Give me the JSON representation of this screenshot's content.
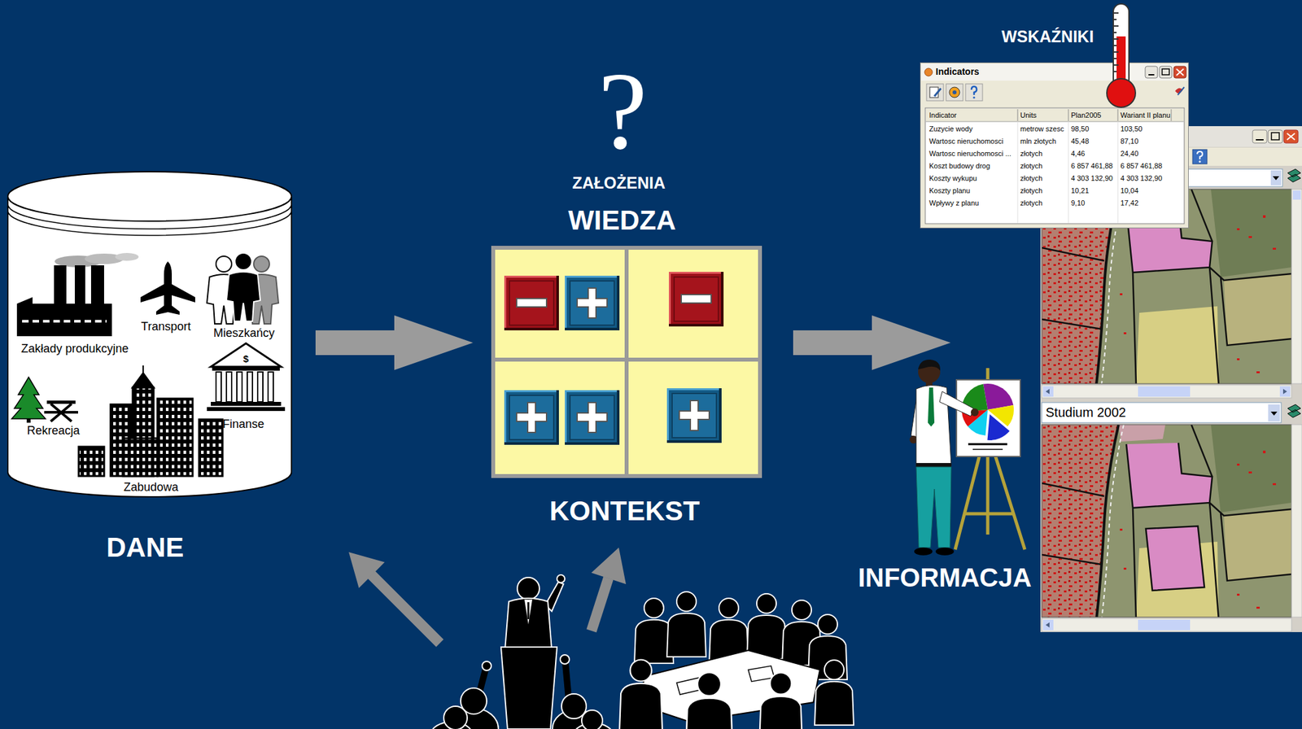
{
  "diagram": {
    "nodes": [
      {
        "text": [
          "DANE"
        ]
      },
      {
        "text": [
          "WIEDZA",
          "KONTEKST"
        ]
      },
      {
        "text": [
          "INFORMACJA"
        ]
      },
      {
        "text": [
          "Indicators"
        ]
      },
      {
        "text": [
          "Studium 2002"
        ]
      }
    ],
    "edges": [
      {
        "from": 0,
        "to": 1,
        "arrow": "to"
      },
      {
        "from": 1,
        "to": 2,
        "arrow": "to"
      }
    ],
    "labels": [
      "?",
      "ZAŁOŻENIA",
      "WSKAŹNIKI",
      "Zakłady produkcyjne",
      "Transport",
      "Mieszkańcy",
      "$",
      "Finanse",
      "Rekreacja",
      "Zabudowa",
      "Indicator",
      "Units",
      "Plan2005",
      "Wariant II planu",
      "Zuzycie wody",
      "metrow szesc",
      "98,50",
      "103,50",
      "Wartosc nieruchomosci",
      "mln złotych",
      "45,48",
      "87,10",
      "Wartosc nieruchomosci ...",
      "złotych",
      "4,46",
      "24,40",
      "Koszt budowy drog",
      "złotych",
      "6 857 461,88",
      "6 857 461,88",
      "Koszty wykupu",
      "złotych",
      "4 303 132,90",
      "4 303 132,90",
      "Koszty planu",
      "złotych",
      "10,21",
      "10,04",
      "Wpływy z planu",
      "złotych",
      "9,10",
      "17,42"
    ]
  }
}
